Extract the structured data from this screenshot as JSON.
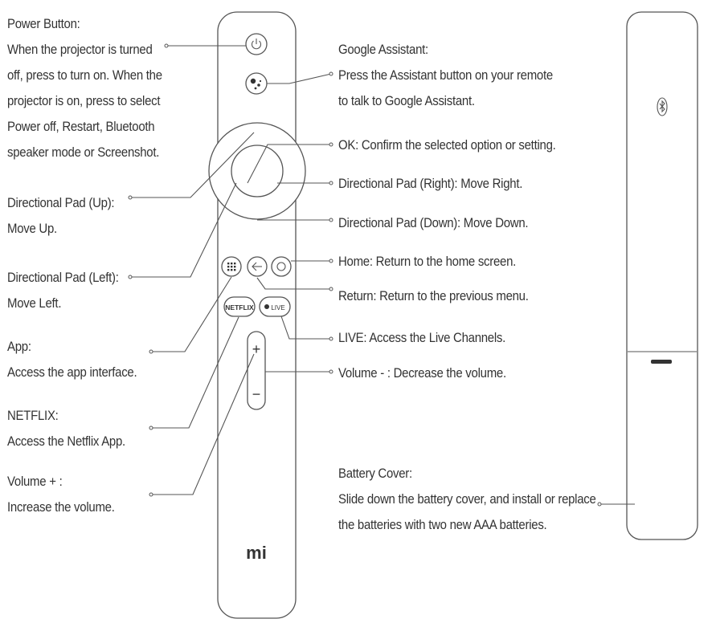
{
  "labels": {
    "power": [
      "Power Button:",
      "When the projector is turned",
      "off, press to turn on. When the",
      "projector is on, press to select",
      "Power off, Restart, Bluetooth",
      "speaker mode or Screenshot."
    ],
    "up": [
      "Directional Pad (Up):",
      "Move Up."
    ],
    "left": [
      "Directional Pad (Left):",
      "Move Left."
    ],
    "app": [
      "App:",
      "Access the app interface."
    ],
    "netflix": [
      "NETFLIX:",
      "Access the Netflix App."
    ],
    "volup": [
      "Volume + :",
      "Increase the volume."
    ],
    "assistant": [
      "Google Assistant:",
      "Press the Assistant button on your remote",
      "to talk to Google Assistant."
    ],
    "ok": "OK: Confirm the selected option or setting.",
    "right": "Directional Pad (Right): Move Right.",
    "down": "Directional Pad (Down): Move Down.",
    "home": "Home: Return to the home screen.",
    "return": "Return: Return to the previous menu.",
    "live": "LIVE: Access the Live Channels.",
    "voldown": "Volume - : Decrease the volume.",
    "battery": [
      "Battery Cover:",
      "Slide down the battery cover, and install or replace",
      "the batteries with two new AAA batteries."
    ]
  },
  "remote": {
    "netflix_label": "NETFLIX",
    "live_label": "LIVE",
    "plus_symbol": "+",
    "minus_symbol": "−",
    "logo_text": "mi"
  },
  "icons": [
    "power-icon",
    "google-assistant-icon",
    "app-grid-icon",
    "back-arrow-icon",
    "home-circle-icon",
    "live-icon",
    "bluetooth-icon"
  ]
}
